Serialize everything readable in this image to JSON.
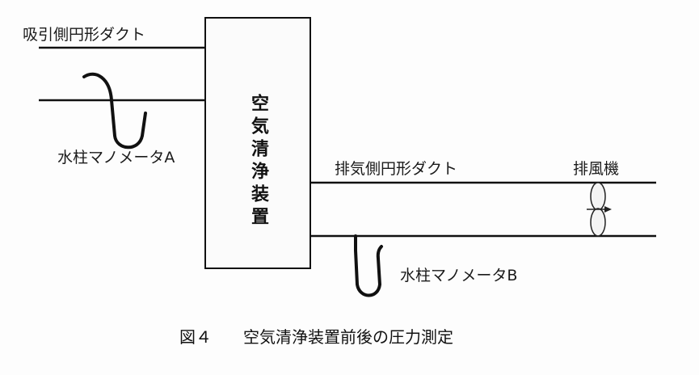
{
  "labels": {
    "intake_duct": "吸引側円形ダクト",
    "device": "空気清浄装置",
    "manometer_a": "水柱マノメータA",
    "exhaust_duct": "排気側円形ダクト",
    "fan": "排風機",
    "manometer_b": "水柱マノメータB"
  },
  "caption": {
    "figure_no": "図４",
    "title": "空気清浄装置前後の圧力測定"
  }
}
